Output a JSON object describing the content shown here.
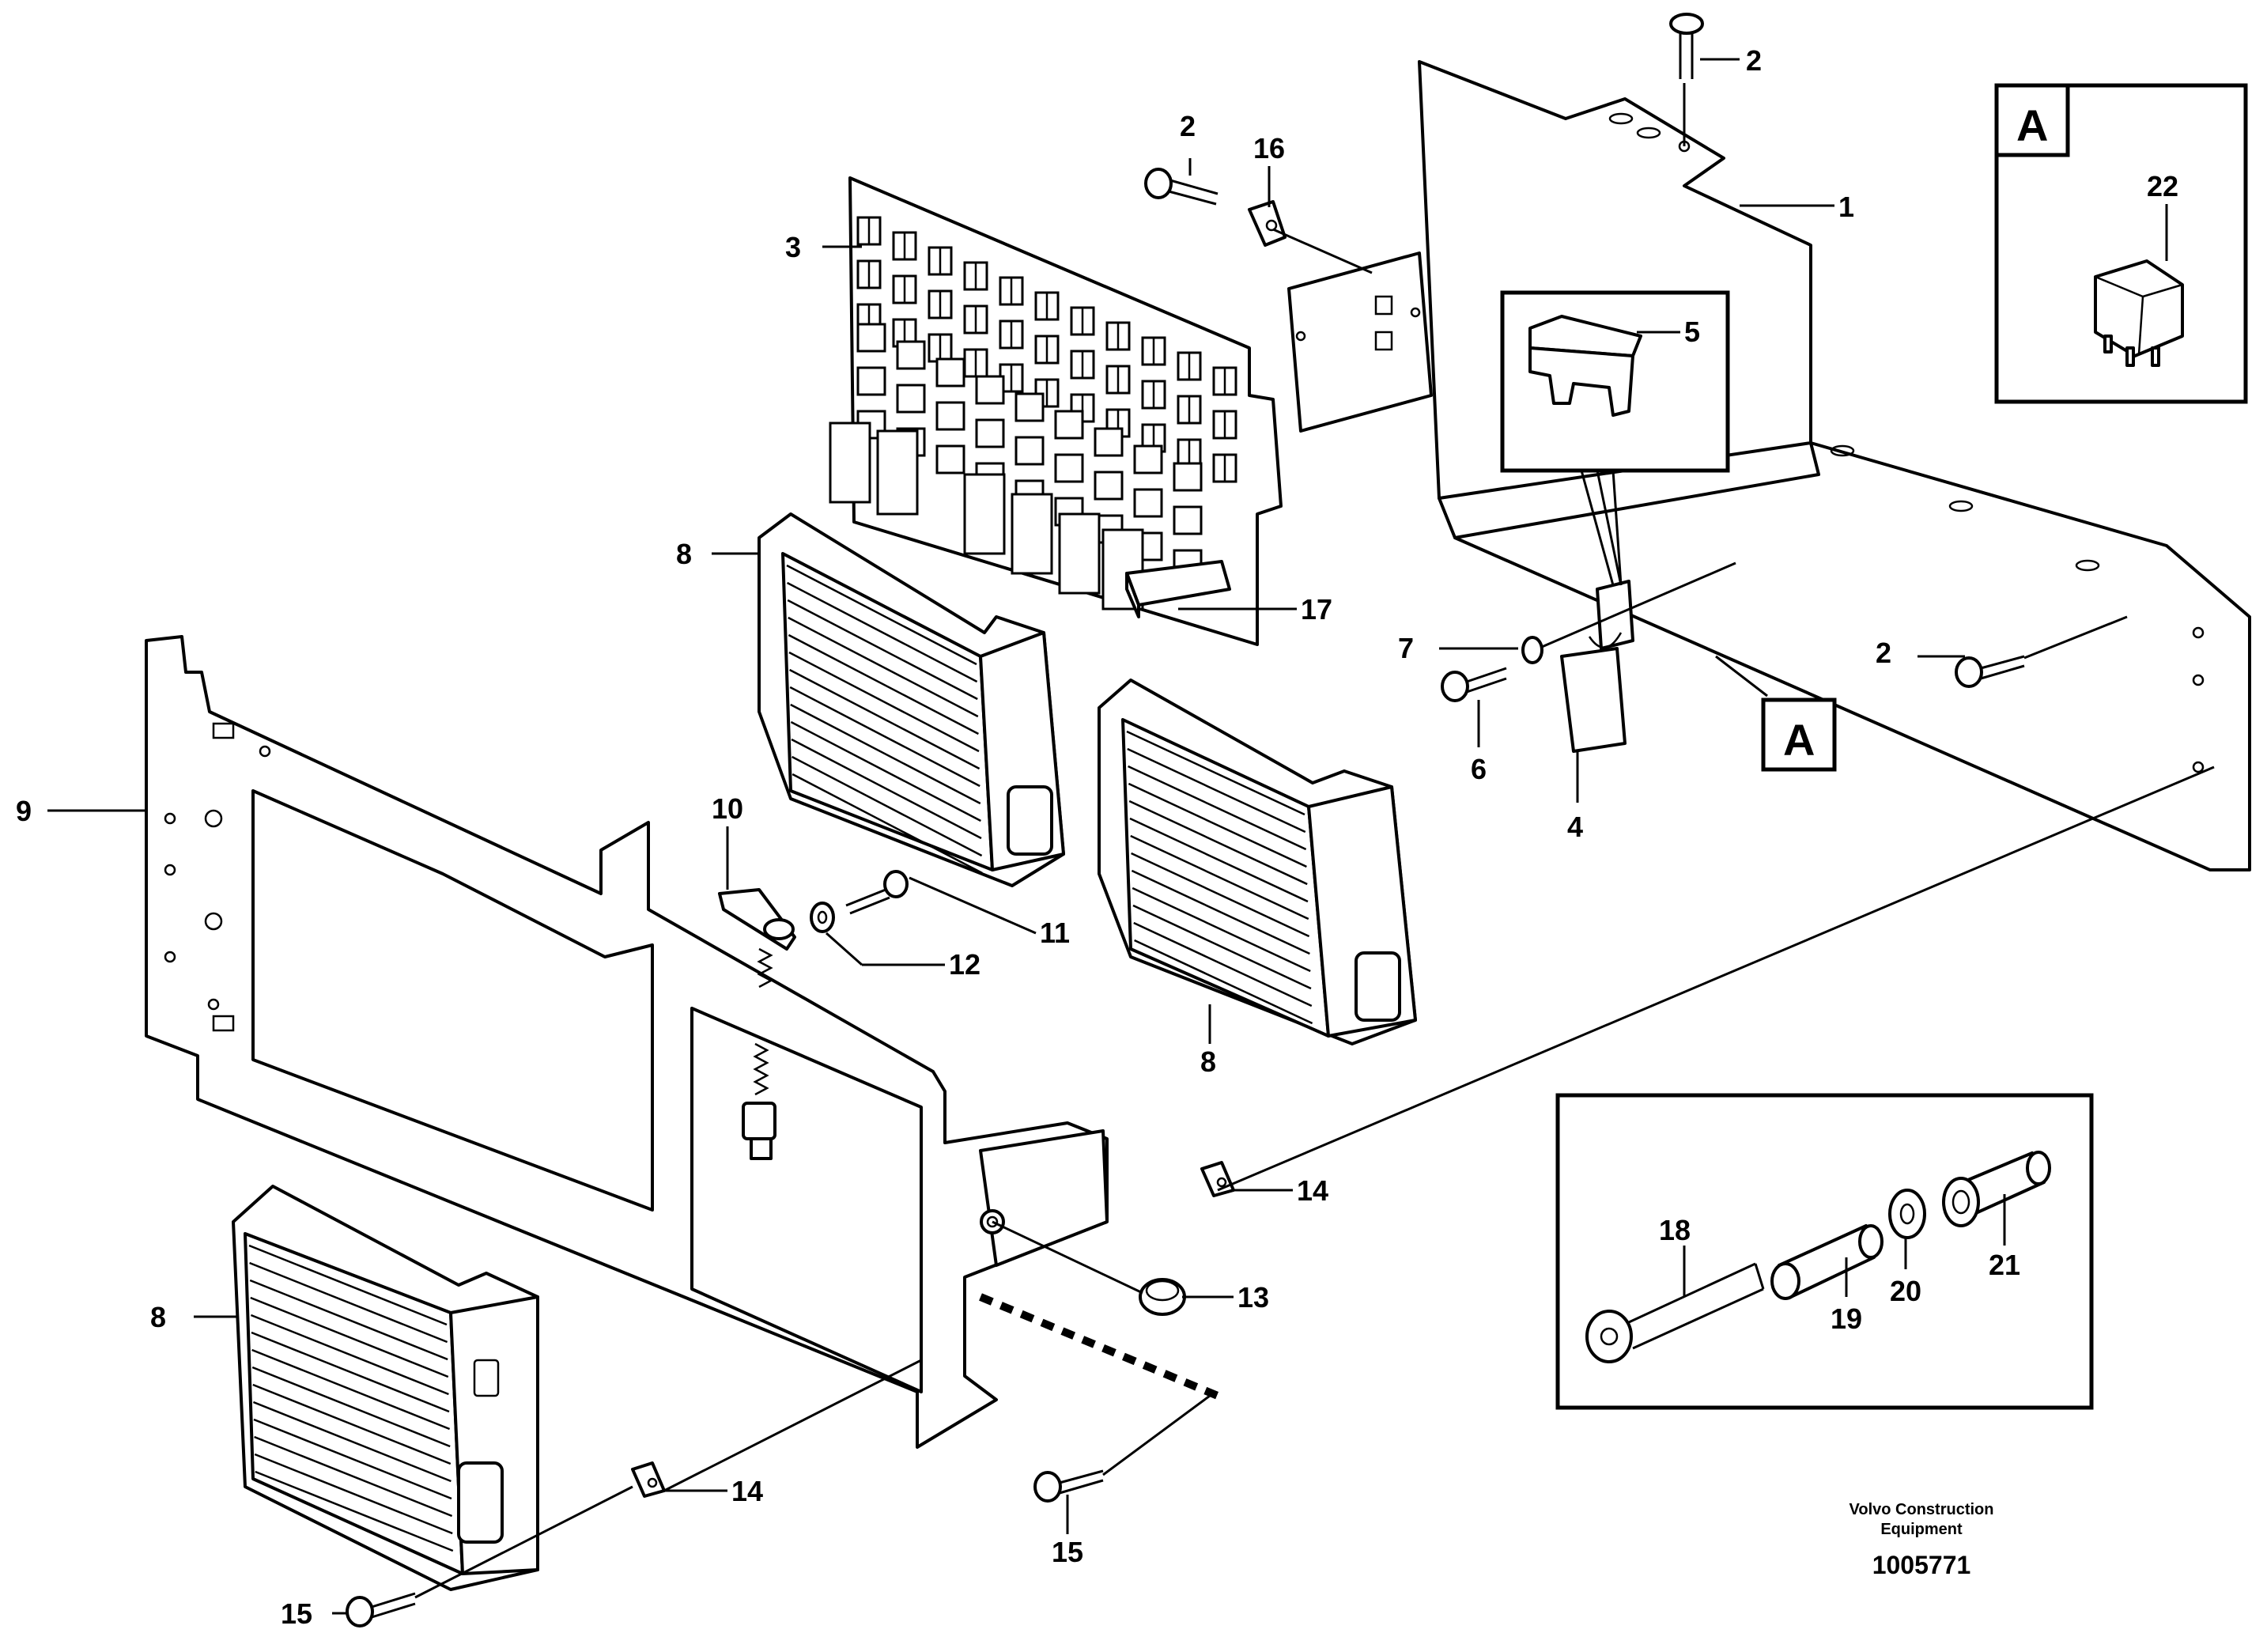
{
  "callouts": {
    "c1": "1",
    "c2a": "2",
    "c2b": "2",
    "c2c": "2",
    "c3": "3",
    "c4": "4",
    "c5": "5",
    "c6": "6",
    "c7": "7",
    "c8a": "8",
    "c8b": "8",
    "c8c": "8",
    "c9": "9",
    "c10": "10",
    "c11": "11",
    "c12": "12",
    "c13": "13",
    "c14a": "14",
    "c14b": "14",
    "c15a": "15",
    "c15b": "15",
    "c16": "16",
    "c17": "17",
    "c18": "18",
    "c19": "19",
    "c20": "20",
    "c21": "21",
    "c22": "22"
  },
  "view_tags": {
    "detail_box": "A",
    "pointer": "A"
  },
  "footer": {
    "company_line1": "Volvo Construction",
    "company_line2": "Equipment",
    "drawing_number": "1005771"
  }
}
